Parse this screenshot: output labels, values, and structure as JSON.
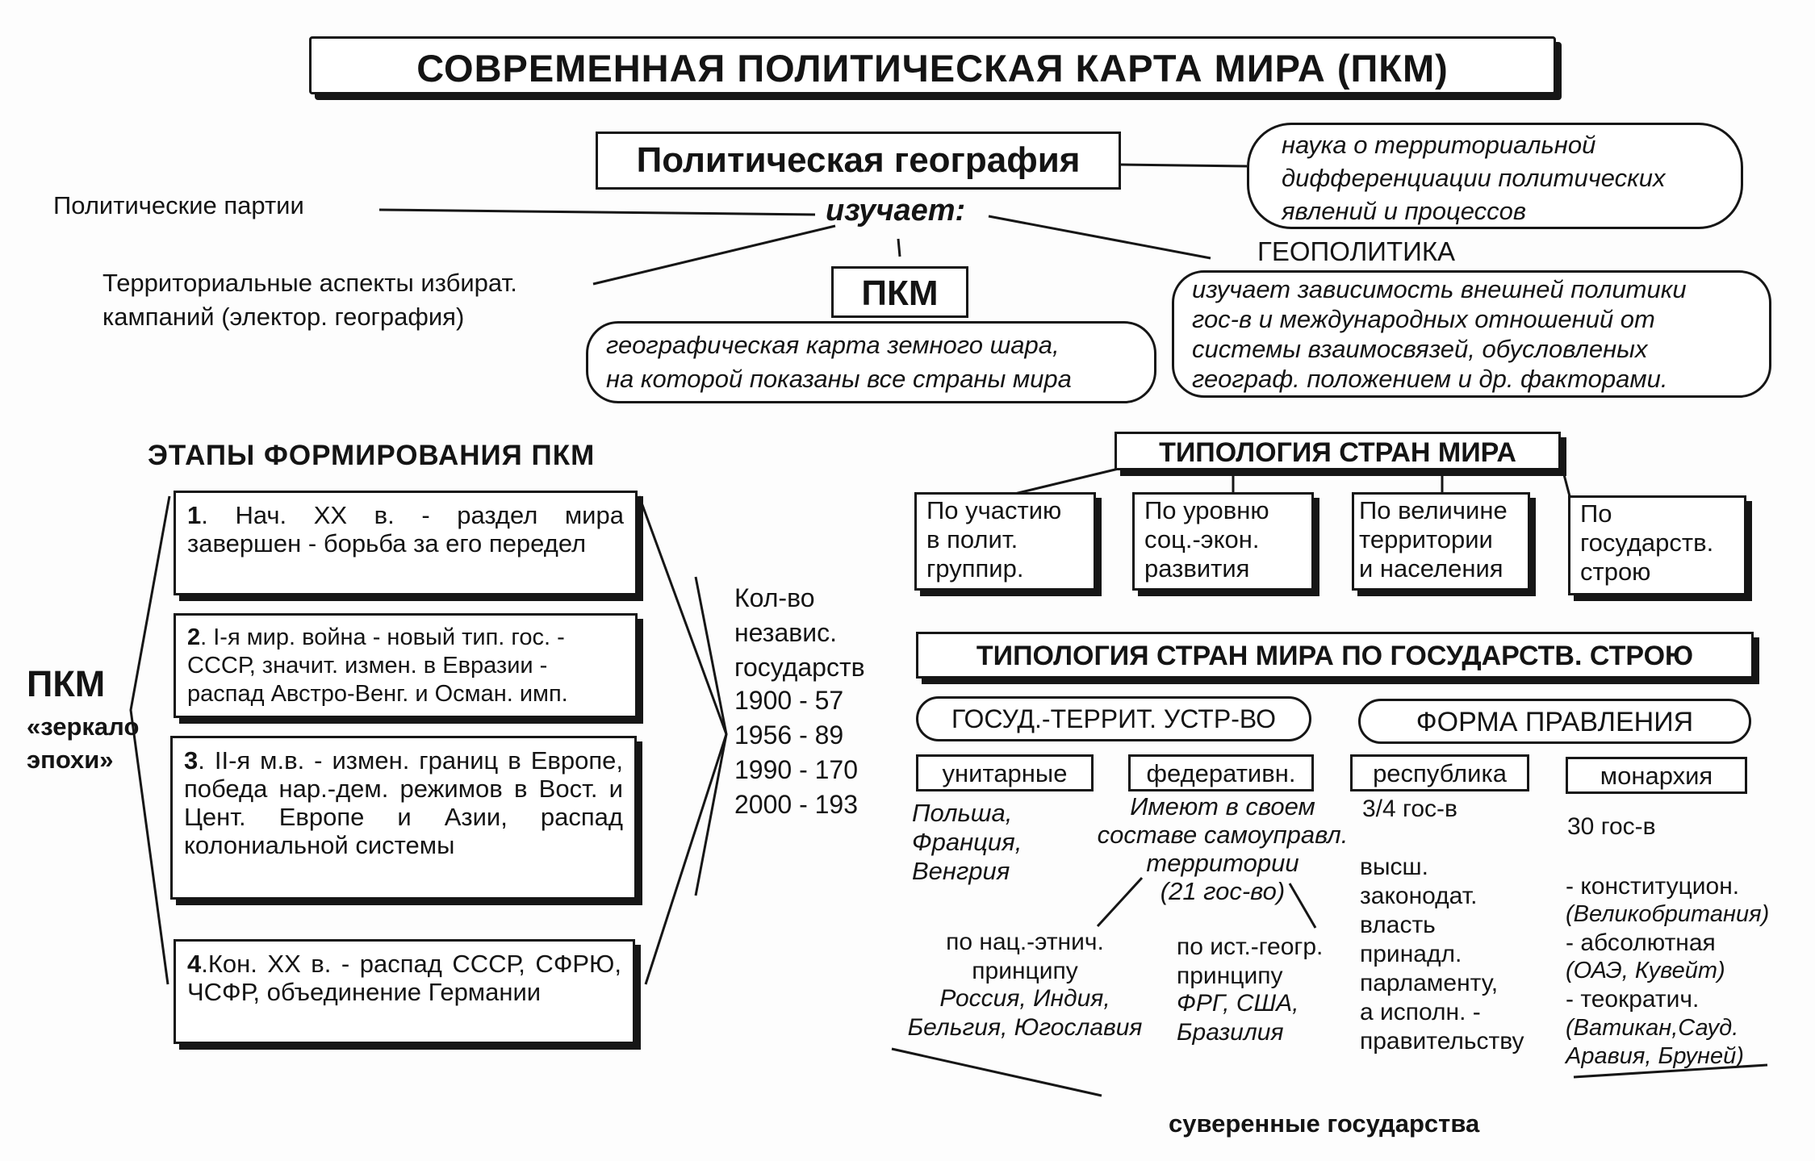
{
  "title": "СОВРЕМЕННАЯ ПОЛИТИЧЕСКАЯ КАРТА МИРА (ПКМ)",
  "polgeo": {
    "title": "Политическая география",
    "definition": "наука о территориальной\nдифференциации политических\nявлений и процессов",
    "studies": "изучает:",
    "left_items": [
      "Политические партии",
      "Территориальные аспекты избират.\nкампаний (электор. география)"
    ],
    "right_item": "ГЕОПОЛИТИКА",
    "geopolitika_def": "изучает зависимость внешней политики\nгос-в и международных отношений от\nсистемы взаимосвязей, обусловленых\nгеограф. положением и др. факторами."
  },
  "pkm": {
    "label": "ПКМ",
    "definition": "географическая карта земного шара,\nна которой показаны все страны мира"
  },
  "stages": {
    "title": "ЭТАПЫ ФОРМИРОВАНИЯ ПКМ",
    "mirror": {
      "label": "ПКМ",
      "sub": "«зеркало\nэпохи»"
    },
    "items": [
      {
        "num": "1",
        "text": ". Нач. XX в. - раздел мира завершен - борьба за его передел"
      },
      {
        "num": "2",
        "text": ". I-я мир. война - новый тип. гос. - СССР, значит. измен. в Евразии - распад Австро-Венг. и Осман. имп."
      },
      {
        "num": "3",
        "text": ". II-я м.в. - измен. границ в Европе, победа нар.-дем. режимов в Вост. и Цент. Европе и Азии, распад колониальной системы"
      },
      {
        "num": "4",
        "text": ".Кон. XX в. - распад СССР, СФРЮ, ЧСФР, объединение Германии"
      }
    ],
    "count": {
      "label": "Кол-во\nнезавис.\nгосударств",
      "rows": [
        "1900 - 57",
        "1956 - 89",
        "1990 - 170",
        "2000 - 193"
      ]
    }
  },
  "typology": {
    "title": "ТИПОЛОГИЯ СТРАН МИРА",
    "criteria": [
      "По участию\nв полит.\nгруппир.",
      "По уровню\nсоц.-экон.\nразвития",
      "По величине\nтерритории\nи населения",
      "По\nгосударств.\nстрою"
    ]
  },
  "stroy": {
    "title": "ТИПОЛОГИЯ СТРАН МИРА ПО ГОСУДАРСТВ. СТРОЮ",
    "ustr": {
      "title": "ГОСУД.-ТЕРРИТ. УСТР-ВО",
      "unitary": "унитарные",
      "unitary_examples": "Польша,\nФранция,\nВенгрия",
      "federal": "федеративн.",
      "federal_desc": "Имеют в своем\nсоставе самоуправл.\nтерритории\n(21 гос-во)",
      "nat_principle": "по нац.-этнич.\nпринципу",
      "nat_examples": "Россия, Индия,\nБельгия, Югославия",
      "hist_principle": "по ист.-геогр.\nпринципу",
      "hist_examples": "ФРГ, США,\nБразилия"
    },
    "forma": {
      "title": "ФОРМА ПРАВЛЕНИЯ",
      "republic": "республика",
      "republic_count": "3/4 гос-в",
      "republic_desc": "высш.\nзаконодат.\nвласть\nпринадл.\nпарламенту,\nа исполн. -\nправительству",
      "monarchy": "монархия",
      "monarchy_count": "30 гос-в",
      "monarchy_types": [
        {
          "type": "- конституцион.",
          "examples": "(Великобритания)"
        },
        {
          "type": "- абсолютная",
          "examples": "(ОАЭ, Кувейт)"
        },
        {
          "type": "- теократич.",
          "examples": "(Ватикан,Сауд.\nАравия, Бруней)"
        }
      ]
    },
    "sovereign": "суверенные государства"
  }
}
